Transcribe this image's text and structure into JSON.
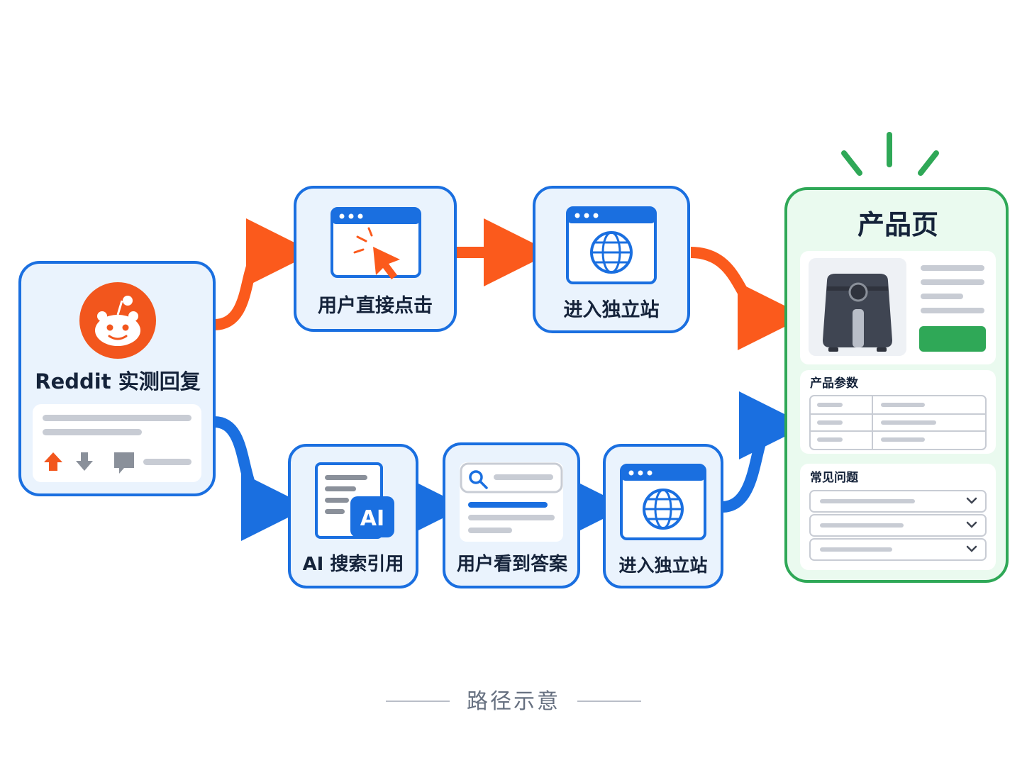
{
  "source_node": {
    "label": "Reddit 实测回复"
  },
  "top_path": [
    {
      "label": "用户直接点击",
      "icon": "browser-click-icon"
    },
    {
      "label": "进入独立站",
      "icon": "browser-globe-icon"
    }
  ],
  "bottom_path": [
    {
      "label": "AI 搜索引用",
      "icon": "ai-document-icon",
      "badge": "AI"
    },
    {
      "label": "用户看到答案",
      "icon": "search-result-icon"
    },
    {
      "label": "进入独立站",
      "icon": "browser-globe-icon"
    }
  ],
  "product_page": {
    "title": "产品页",
    "params_heading": "产品参数",
    "faq_heading": "常见问题"
  },
  "caption": "路径示意",
  "colors": {
    "blue": "#1a6fe0",
    "orange": "#fb5a1c",
    "green": "#2fa857",
    "reddit": "#f2561d"
  }
}
